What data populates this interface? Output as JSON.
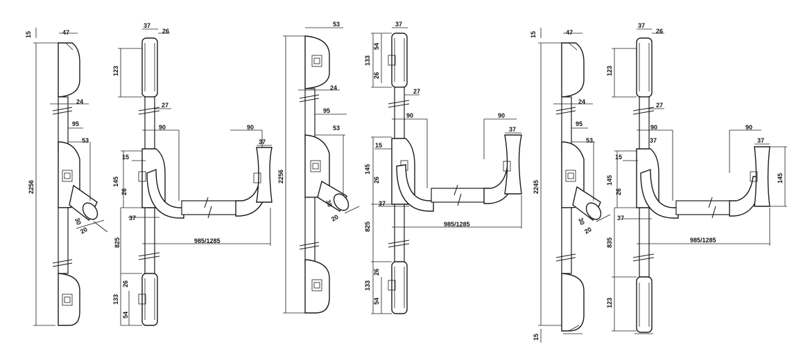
{
  "drawing": {
    "dimension_labels": {
      "v1": [
        "15",
        "47",
        "24",
        "95",
        "53",
        "2256",
        "30",
        "20"
      ],
      "v2": [
        "37",
        "26",
        "123",
        "27",
        "90",
        "90",
        "37",
        "15",
        "145",
        "26",
        "37",
        "985/1285",
        "825",
        "26",
        "133",
        "54"
      ],
      "v3": [
        "53",
        "24",
        "95",
        "53",
        "2256",
        "30",
        "20"
      ],
      "v4": [
        "37",
        "54",
        "133",
        "26",
        "27",
        "90",
        "90",
        "37",
        "15",
        "145",
        "26",
        "37",
        "985/1285",
        "825",
        "26",
        "133",
        "54"
      ],
      "v5": [
        "15",
        "47",
        "24",
        "95",
        "53",
        "2245",
        "30",
        "20",
        "15"
      ],
      "v6": [
        "37",
        "26",
        "123",
        "27",
        "90",
        "90",
        "37",
        "15",
        "145",
        "26",
        "37",
        "37",
        "985/1285",
        "835",
        "123",
        "145"
      ]
    }
  }
}
